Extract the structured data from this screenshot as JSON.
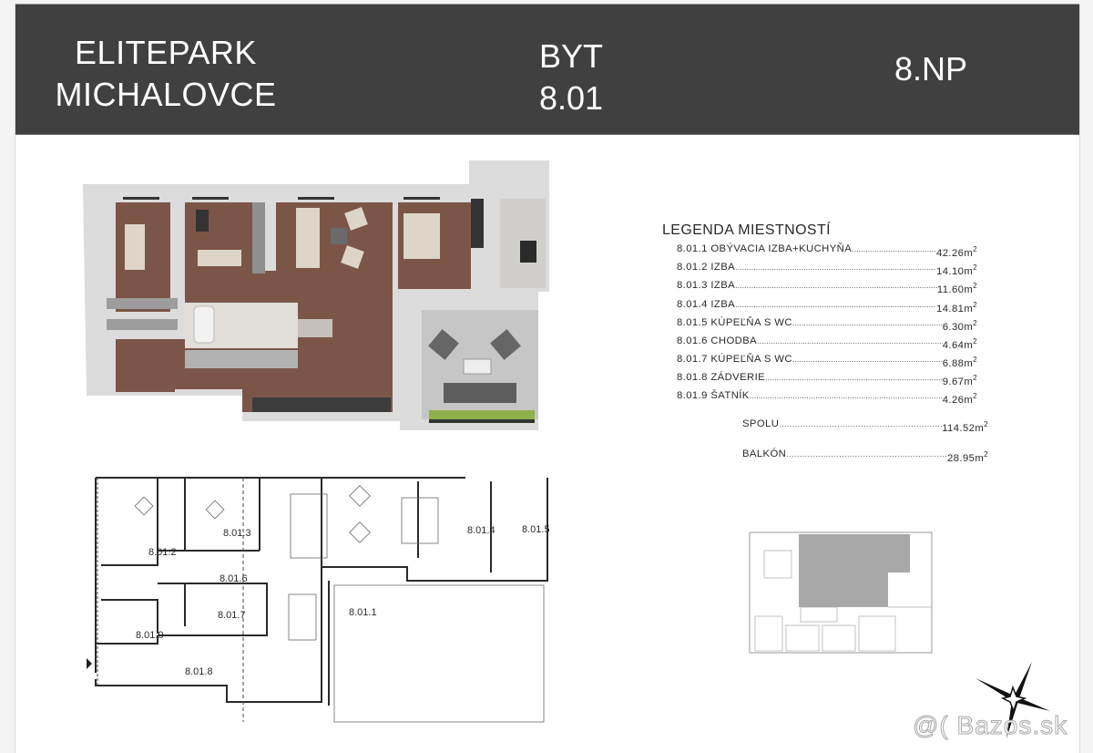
{
  "header": {
    "project_line1": "ELITEPARK",
    "project_line2": "MICHALOVCE",
    "unit_label": "BYT",
    "unit_number": "8.01",
    "floor": "8.NP",
    "background_color": "#404040"
  },
  "legend": {
    "title": "LEGENDA MIESTNOSTÍ",
    "rooms": [
      {
        "id": "8.01.1",
        "name": "OBÝVACIA IZBA+KUCHYŇA",
        "area": "42.26m",
        "unit_sup": "2"
      },
      {
        "id": "8.01.2",
        "name": "IZBA",
        "area": "14.10m",
        "unit_sup": "2"
      },
      {
        "id": "8.01.3",
        "name": "IZBA",
        "area": "11.60m",
        "unit_sup": "2"
      },
      {
        "id": "8.01.4",
        "name": "IZBA",
        "area": "14.81m",
        "unit_sup": "2"
      },
      {
        "id": "8.01.5",
        "name": "KÚPEĽŇA S WC",
        "area": "6.30m",
        "unit_sup": "2"
      },
      {
        "id": "8.01.6",
        "name": "CHODBA",
        "area": "4.64m",
        "unit_sup": "2"
      },
      {
        "id": "8.01.7",
        "name": "KÚPEĽŇA S WC",
        "area": "6.88m",
        "unit_sup": "2"
      },
      {
        "id": "8.01.8",
        "name": "ZÁDVERIE",
        "area": "9.67m",
        "unit_sup": "2"
      },
      {
        "id": "8.01.9",
        "name": "ŠATNÍK",
        "area": "4.26m",
        "unit_sup": "2"
      }
    ],
    "total": {
      "label": "SPOLU",
      "area": "114.52m",
      "unit_sup": "2"
    },
    "balcony": {
      "label": "BALKÓN",
      "area": "28.95m",
      "unit_sup": "2"
    }
  },
  "plan": {
    "room_labels": [
      "8.01.1",
      "8.01.2",
      "8.01.3",
      "8.01.4",
      "8.01.5",
      "8.01.6",
      "8.01.7",
      "8.01.8",
      "8.01.9"
    ],
    "floor_color": "#7a5647",
    "wall_color": "#e6e6e6"
  },
  "watermark": "@( Bazos.sk"
}
